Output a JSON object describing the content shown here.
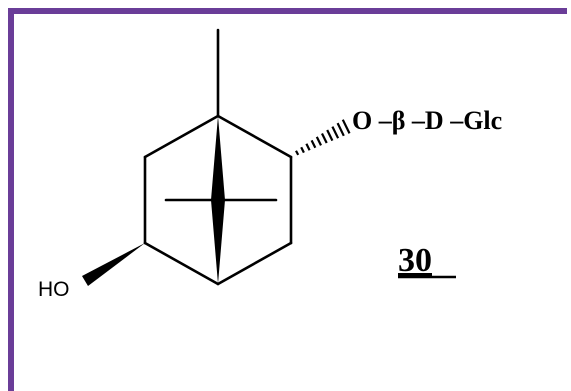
{
  "colors": {
    "border": "#6a3d98",
    "ink": "#000000",
    "background": "#ffffff"
  },
  "molecule": {
    "hydroxyl_label": "HO",
    "substituent_label": "O –β –D –Glc",
    "compound_number": "30"
  }
}
